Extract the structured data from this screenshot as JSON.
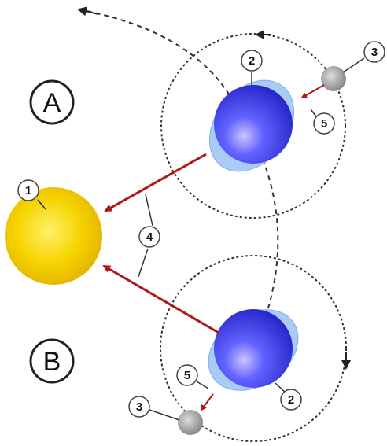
{
  "labels": {
    "position_a": "A",
    "position_b": "B",
    "callout_1": "1",
    "callout_2_top": "2",
    "callout_2_bottom": "2",
    "callout_3_top": "3",
    "callout_3_bottom": "3",
    "callout_4": "4",
    "callout_5_top": "5",
    "callout_5_bottom": "5"
  },
  "colors": {
    "sun": "#f6d400",
    "earth": "#3d3df0",
    "moon": "#a0a0a0",
    "force_arrow": "#b01818",
    "orbit": "#333333"
  }
}
